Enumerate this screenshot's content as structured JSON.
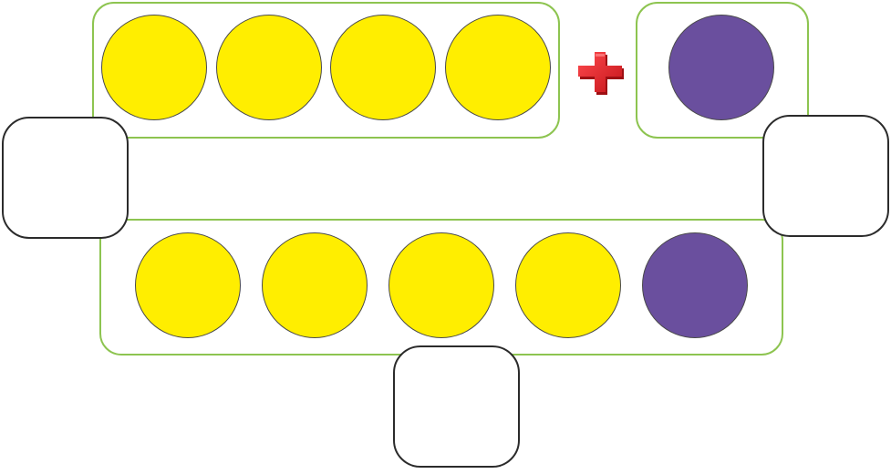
{
  "colors": {
    "group_border": "#8dc450",
    "box_border": "#2b2b2b",
    "yellow_counter": "#ffee00",
    "purple_counter": "#6a4f9e",
    "plus_red": "#e8262b"
  },
  "top_left_group": {
    "counters": [
      "yellow",
      "yellow",
      "yellow",
      "yellow"
    ]
  },
  "top_right_group": {
    "counters": [
      "purple"
    ]
  },
  "bottom_group": {
    "counters": [
      "yellow",
      "yellow",
      "yellow",
      "yellow",
      "purple"
    ]
  },
  "operator": {
    "icon": "plus-icon"
  },
  "answer_boxes": {
    "left_value": "",
    "right_value": "",
    "bottom_value": ""
  }
}
